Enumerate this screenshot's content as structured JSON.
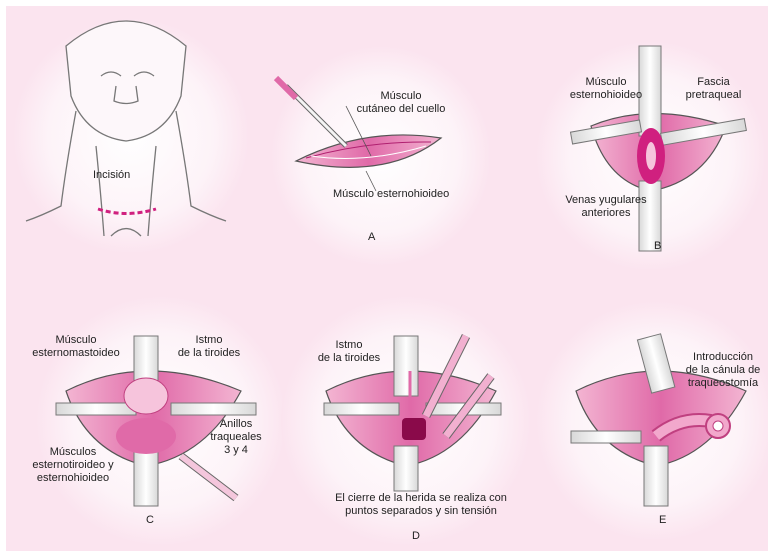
{
  "colors": {
    "background": "#fbe4ef",
    "panel_glow": "#ffffff",
    "tissue_pink": "#e98fbd",
    "tissue_light": "#f6c4dc",
    "magenta": "#d0207f",
    "dark_magenta": "#8a0a4a",
    "retractor": "#f4f4f4",
    "outline": "#555555"
  },
  "panels": {
    "head": {
      "label": "Incisión"
    },
    "a": {
      "letter": "A",
      "label_muscle_top": "Músculo\ncutáneo del cuello",
      "label_muscle_bottom": "Músculo esternohioideo"
    },
    "b": {
      "letter": "B",
      "label_sternohyoid": "Músculo\nesternohioideo",
      "label_fascia": "Fascia\npretraqueal",
      "label_veins": "Venas yugulares\nanteriores"
    },
    "c": {
      "letter": "C",
      "label_scm": "Músculo\nesternomastoideo",
      "label_isthmus": "Istmo\nde la tiroides",
      "label_rings": "Anillos\ntraqueales\n3 y 4",
      "label_muscles": "Músculos\nesternotiroideo y\nesternohioideo"
    },
    "d": {
      "letter": "D",
      "label_isthmus": "Istmo\nde la tiroides",
      "caption": "El cierre de la herida se realiza con\npuntos separados y sin tensión"
    },
    "e": {
      "letter": "E",
      "label_cannula": "Introducción\nde la cánula de\ntraqueostomía"
    }
  }
}
